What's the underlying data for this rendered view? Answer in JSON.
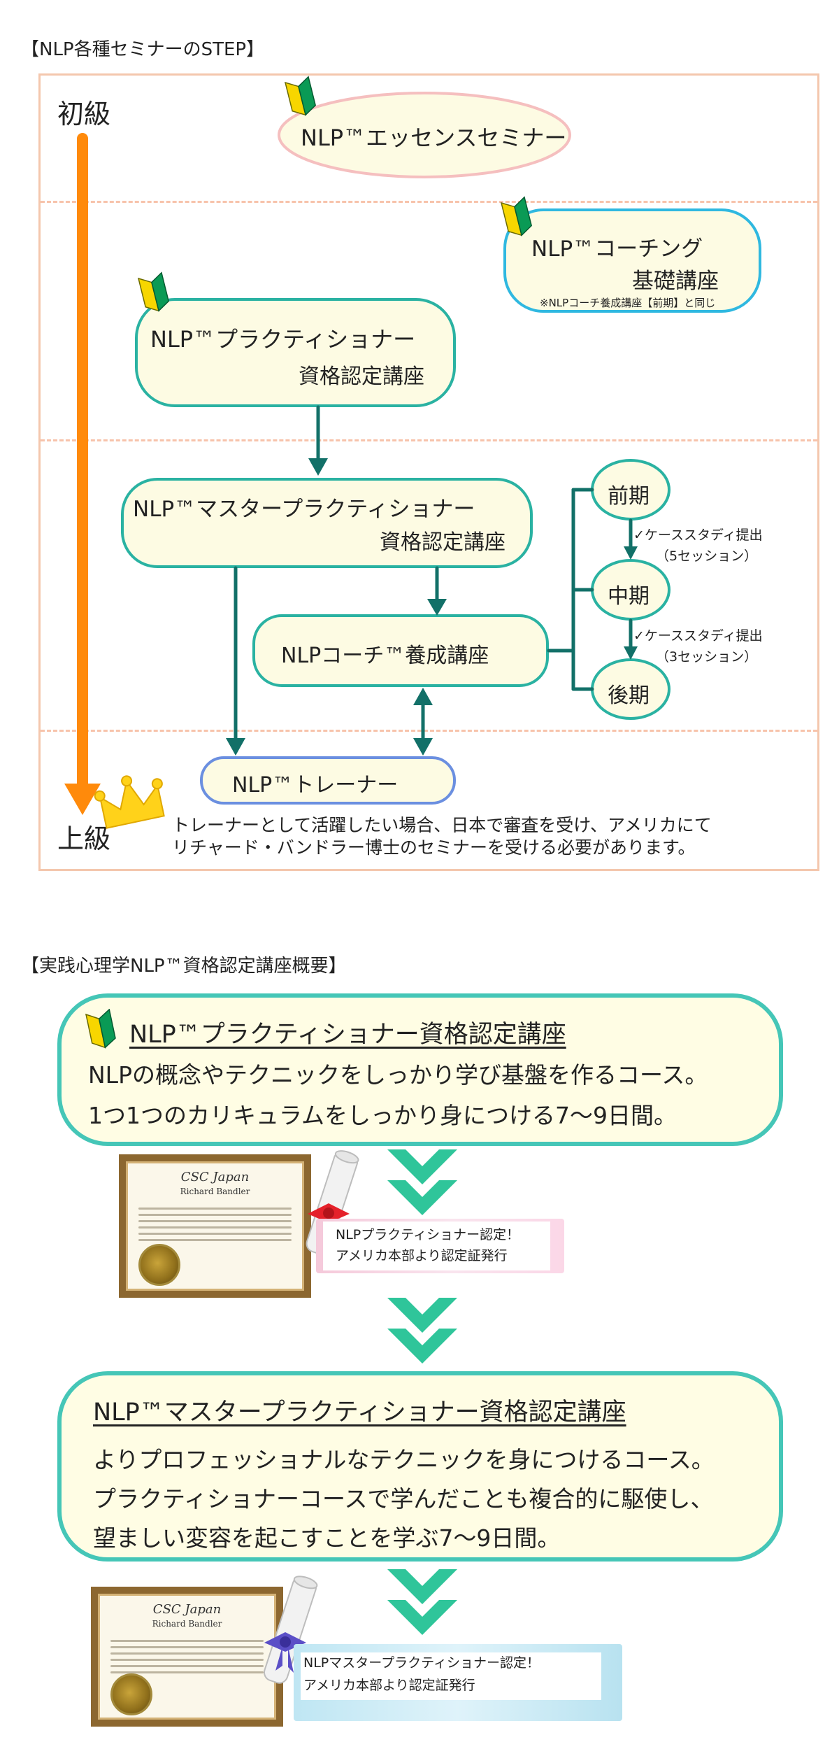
{
  "section1": {
    "title": "【NLP各種セミナーのSTEP】",
    "level_start": "初級",
    "level_end": "上級",
    "nodes": {
      "essence": "NLP™エッセンスセミナー",
      "coaching_line1": "NLP™コーチング",
      "coaching_line2": "基礎講座",
      "coaching_note": "※NLPコーチ養成講座【前期】と同じ",
      "practitioner_line1": "NLP™プラクティショナー",
      "practitioner_line2": "資格認定講座",
      "master_line1": "NLP™マスタープラクティショナー",
      "master_line2": "資格認定講座",
      "coach": "NLPコーチ™養成講座",
      "trainer": "NLP™トレーナー",
      "zenki": "前期",
      "chuki": "中期",
      "kouki": "後期"
    },
    "case_study_1_line1": "✓ケーススタディ提出",
    "case_study_1_line2": "（5セッション）",
    "case_study_2_line1": "✓ケーススタディ提出",
    "case_study_2_line2": "（3セッション）",
    "trainer_note_line1": "トレーナーとして活躍したい場合、日本で審査を受け、アメリカにて",
    "trainer_note_line2": "リチャード・バンドラー博士のセミナーを受ける必要があります。"
  },
  "section2": {
    "title": "【実践心理学NLP™資格認定講座概要】",
    "practitioner": {
      "title": "NLP™プラクティショナー資格認定講座",
      "line1": "NLPの概念やテクニックをしっかり学び基盤を作るコース。",
      "line2": "1つ1つのカリキュラムをしっかり身につける7〜9日間。"
    },
    "practitioner_cert": {
      "line1": "NLPプラクティショナー認定！",
      "line2": "アメリカ本部より認定証発行"
    },
    "master": {
      "title": "NLP™マスタープラクティショナー資格認定講座",
      "line1": "よりプロフェッショナルなテクニックを身につけるコース。",
      "line2": "プラクティショナーコースで学んだことも複合的に駆使し、",
      "line3": "望ましい変容を起こすことを学ぶ7〜9日間。"
    },
    "master_cert": {
      "line1": "NLPマスタープラクティショナー認定！",
      "line2": "アメリカ本部より認定証発行"
    },
    "certificate": {
      "org": "CSC Japan",
      "signer": "Richard Bandler"
    }
  },
  "colors": {
    "dark_teal_arrow": "#127068",
    "orange_arrow": "#ff8a0b",
    "chevron": "#2fc59a",
    "node_fill": "#fdfbe3",
    "frame_border": "#f4c7ad"
  },
  "icons": [
    "beginner-mark-icon",
    "crown-icon",
    "chevron-down-icon",
    "ribbon-icon"
  ]
}
